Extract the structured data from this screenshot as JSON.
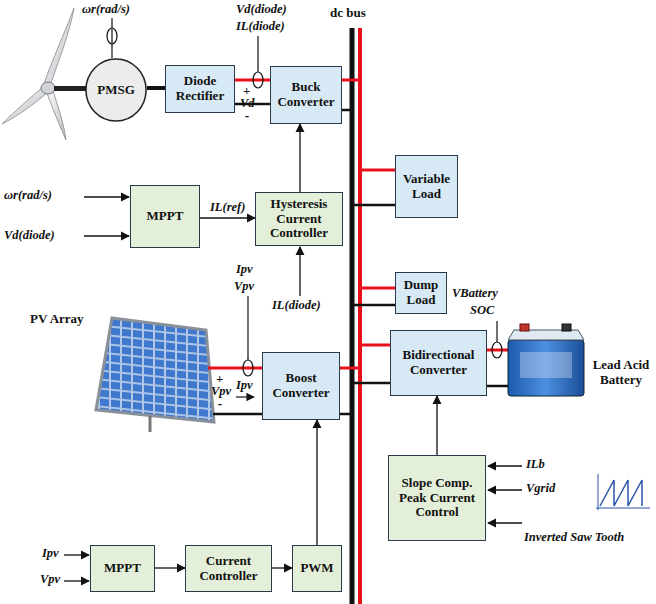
{
  "diagram": {
    "nodes": [
      {
        "text": [
          "PMSG"
        ]
      },
      {
        "text": [
          "Diode Rectifier"
        ]
      },
      {
        "text": [
          "Buck Converter"
        ]
      },
      {
        "text": [
          "MPPT"
        ]
      },
      {
        "text": [
          "Hysteresis Current Controller"
        ]
      },
      {
        "text": [
          "Variable Load"
        ]
      },
      {
        "text": [
          "Dump Load"
        ]
      },
      {
        "text": [
          "Boost Converter"
        ]
      },
      {
        "text": [
          "Bidirectional Converter"
        ]
      },
      {
        "text": [
          "MPPT"
        ]
      },
      {
        "text": [
          "Current Controller"
        ]
      },
      {
        "text": [
          "PWM"
        ]
      },
      {
        "text": [
          "Slope Comp. Peak Current Control"
        ]
      }
    ],
    "edges": [
      {
        "from": 0,
        "to": 1,
        "arrow": "none"
      },
      {
        "from": 1,
        "to": 2,
        "arrow": "none"
      },
      {
        "from": 1,
        "to": 2,
        "arrow": "none"
      },
      {
        "from": 3,
        "to": 4,
        "label": "IL(ref)",
        "arrow": "to"
      },
      {
        "from": 4,
        "to": 2,
        "arrow": "to"
      },
      {
        "from": 9,
        "to": 10,
        "arrow": "to"
      },
      {
        "from": 10,
        "to": 11,
        "arrow": "to"
      },
      {
        "from": 11,
        "to": 7,
        "arrow": "to"
      },
      {
        "from": 12,
        "to": 8,
        "arrow": "to"
      }
    ],
    "labels": [
      "ωr(rad/s)",
      "Vd(diode)",
      "IL(diode)",
      "dc bus",
      "+",
      "Vd",
      "-",
      "ωr(rad/s)",
      "Vd(diode)",
      "Ipv",
      "Vpv",
      "IL(diode)",
      "PV Array",
      "+",
      "Vpv",
      "-",
      "Ipv",
      "VBattery",
      "SOC",
      "Lead Acid Battery",
      "ILb",
      "Vgrid",
      "Inverted Saw Tooth",
      "Ipv",
      "Vpv"
    ]
  }
}
